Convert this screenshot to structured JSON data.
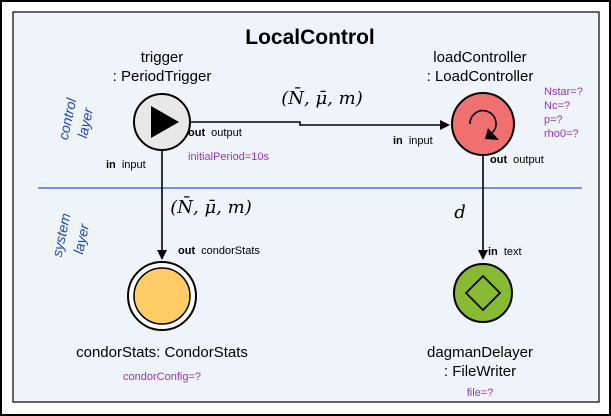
{
  "title": "LocalControl",
  "layers": {
    "control_line1": "control",
    "control_line2": "layer",
    "system_line1": "system",
    "system_line2": "layer"
  },
  "colors": {
    "frame_fill": "#eef4fa",
    "layer_divider": "#3355cc",
    "param_text": "#9933cc",
    "layer_text": "#2244cc",
    "trigger_fill": "#e8e8e8",
    "loadcontroller_fill": "#f07070",
    "condorstats_fill": "#ffcc66",
    "dagman_fill": "#88bb33"
  },
  "nodes": {
    "trigger": {
      "name_line1": "trigger",
      "name_line2": ": PeriodTrigger",
      "icon": "play-icon",
      "param": "initialPeriod=10s",
      "port_in_kw": "in",
      "port_in_name": "input",
      "port_out_kw": "out",
      "port_out_name": "output"
    },
    "loadController": {
      "name_line1": "loadController",
      "name_line2": ": LoadController",
      "icon": "loop-arrow-icon",
      "params": [
        "Nstar=?",
        "Nc=?",
        "p=?",
        "rho0=?"
      ],
      "port_in_kw": "in",
      "port_in_name": "input",
      "port_out_kw": "out",
      "port_out_name": "output"
    },
    "condorStats": {
      "name_line1": "condorStats: CondorStats",
      "icon": "double-circle-icon",
      "param": "condorConfig=?",
      "port_out_kw": "out",
      "port_out_name": "condorStats"
    },
    "dagmanDelayer": {
      "name_line1": "dagmanDelayer",
      "name_line2": ": FileWriter",
      "icon": "diamond-icon",
      "param": "file=?",
      "port_in_kw": "in",
      "port_in_name": "text"
    }
  },
  "edges": {
    "trigger_to_loadController": {
      "label": "(N̄, μ̄, m)"
    },
    "condorStats_to_trigger": {
      "label": "(N̄, μ̄, m)"
    },
    "loadController_to_dagmanDelayer": {
      "label": "d"
    }
  }
}
